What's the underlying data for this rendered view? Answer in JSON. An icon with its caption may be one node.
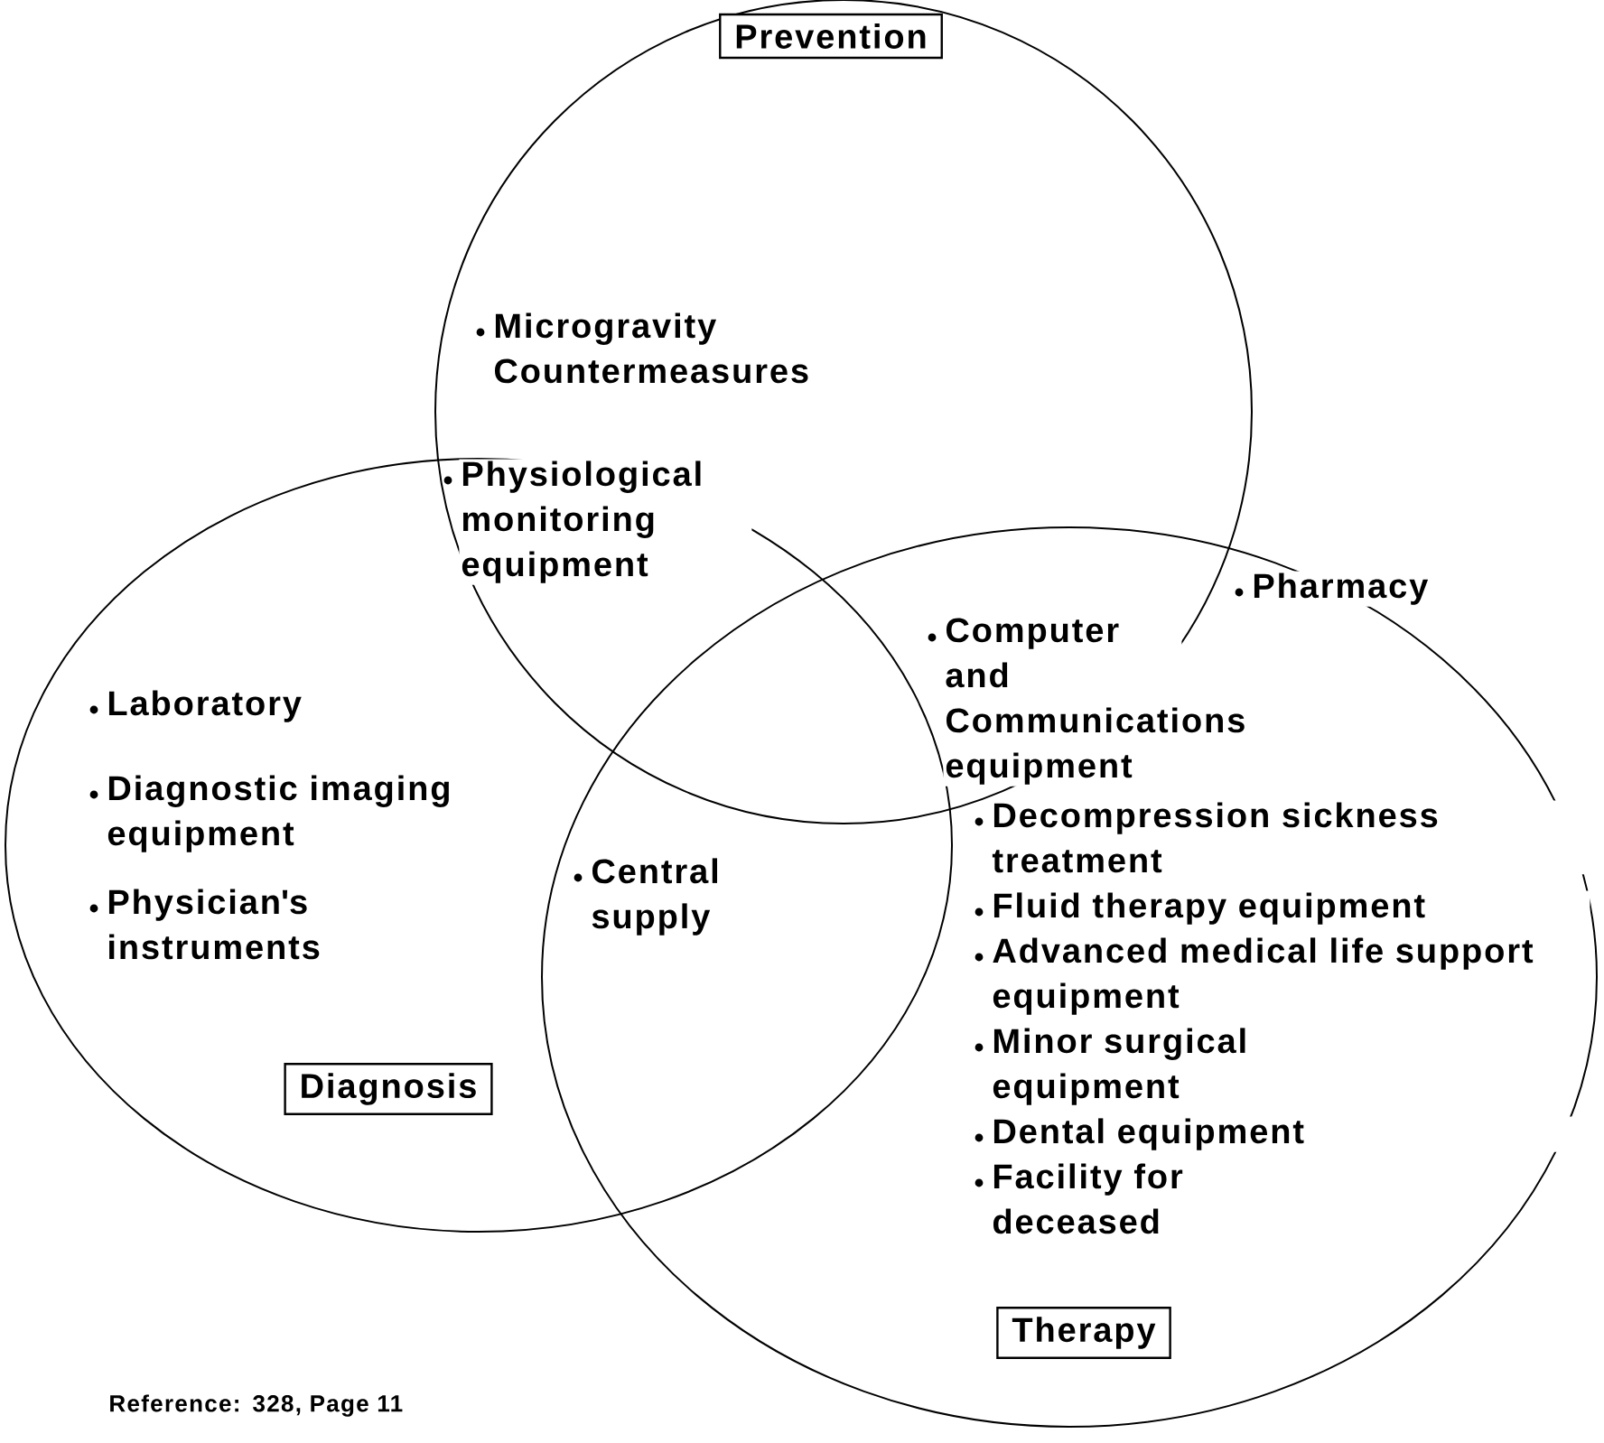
{
  "diagram": {
    "nodes": [
      {
        "text": [],
        "shape": "circle"
      },
      {
        "text": [
          "Prevention"
        ],
        "in": 0
      },
      {
        "text": [],
        "shape": "circle"
      },
      {
        "text": [
          "Diagnosis"
        ],
        "in": 2
      },
      {
        "text": [],
        "shape": "circle"
      },
      {
        "text": [
          "Therapy"
        ],
        "in": 4
      }
    ],
    "edges": [],
    "labels": [
      "Microgravity Countermeasures",
      "Physiological monitoring equipment",
      "Pharmacy",
      "Computer and Communications equipment",
      "Laboratory",
      "Diagnostic imaging equipment",
      "Physician's instruments",
      "Central supply",
      "Decompression sickness treatment",
      "Fluid therapy equipment",
      "Advanced medical life support equipment",
      "Minor surgical equipment",
      "Dental equipment",
      "Facility for deceased",
      "Reference: 328, Page 11"
    ]
  }
}
